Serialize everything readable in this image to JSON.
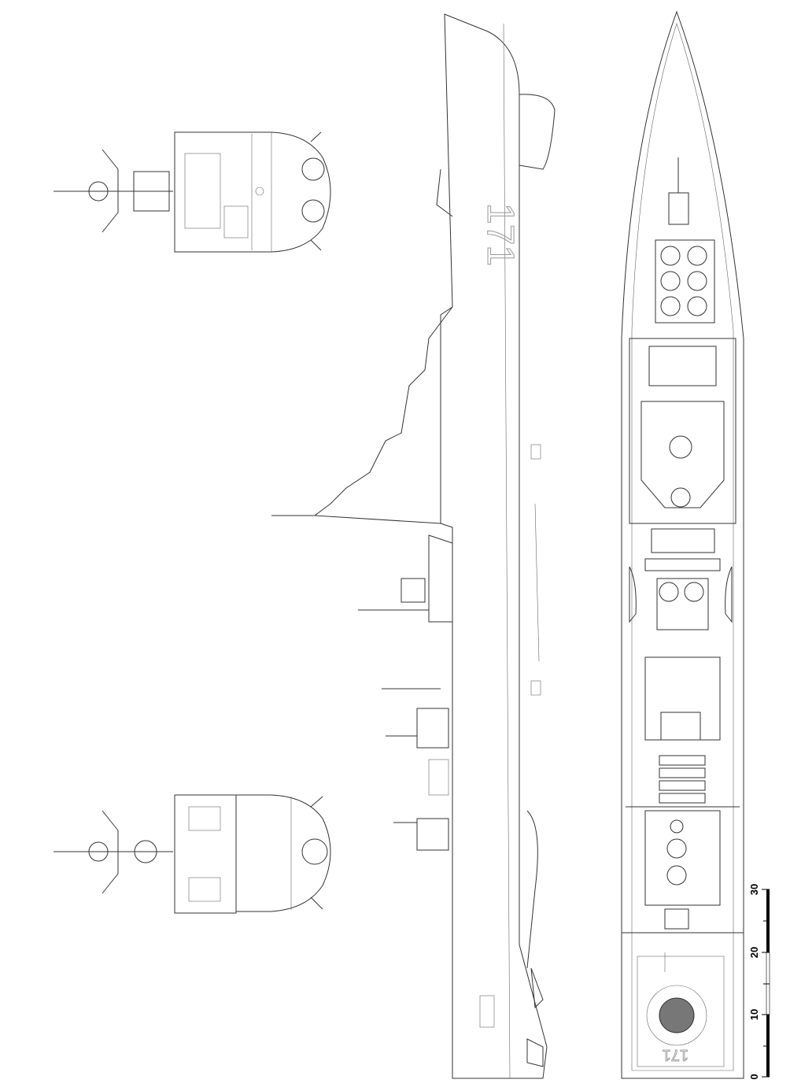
{
  "drawing": {
    "hull_number_side": "171",
    "hull_number_deck": "171"
  },
  "scale_bar": {
    "labels": [
      "0",
      "10",
      "20",
      "30"
    ],
    "colors": {
      "filled": "#000000",
      "empty": "#ffffff"
    }
  }
}
